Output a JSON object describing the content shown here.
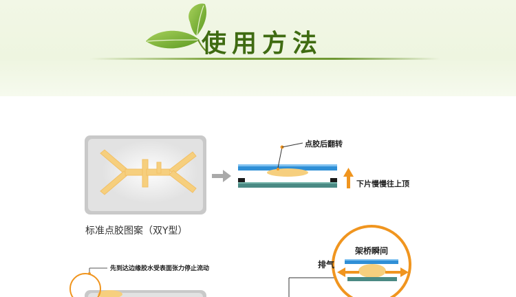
{
  "header": {
    "title": "使用方法"
  },
  "step1": {
    "pattern_caption": "标准点胶图案（双Y型）",
    "dispense_label": "点胶后翻转",
    "lower_label": "下片慢慢往上顶"
  },
  "step2": {
    "edge_note": "先到达边缘胶水受表面张力停止流动",
    "exhaust_label": "排气",
    "bridge_label": "架桥瞬间"
  },
  "colors": {
    "blue": "#2f8fd6",
    "green_base": "#4a8a84",
    "yellow": "#f6cf7e",
    "orange": "#f0951f",
    "leaf": "#7fb23a"
  }
}
